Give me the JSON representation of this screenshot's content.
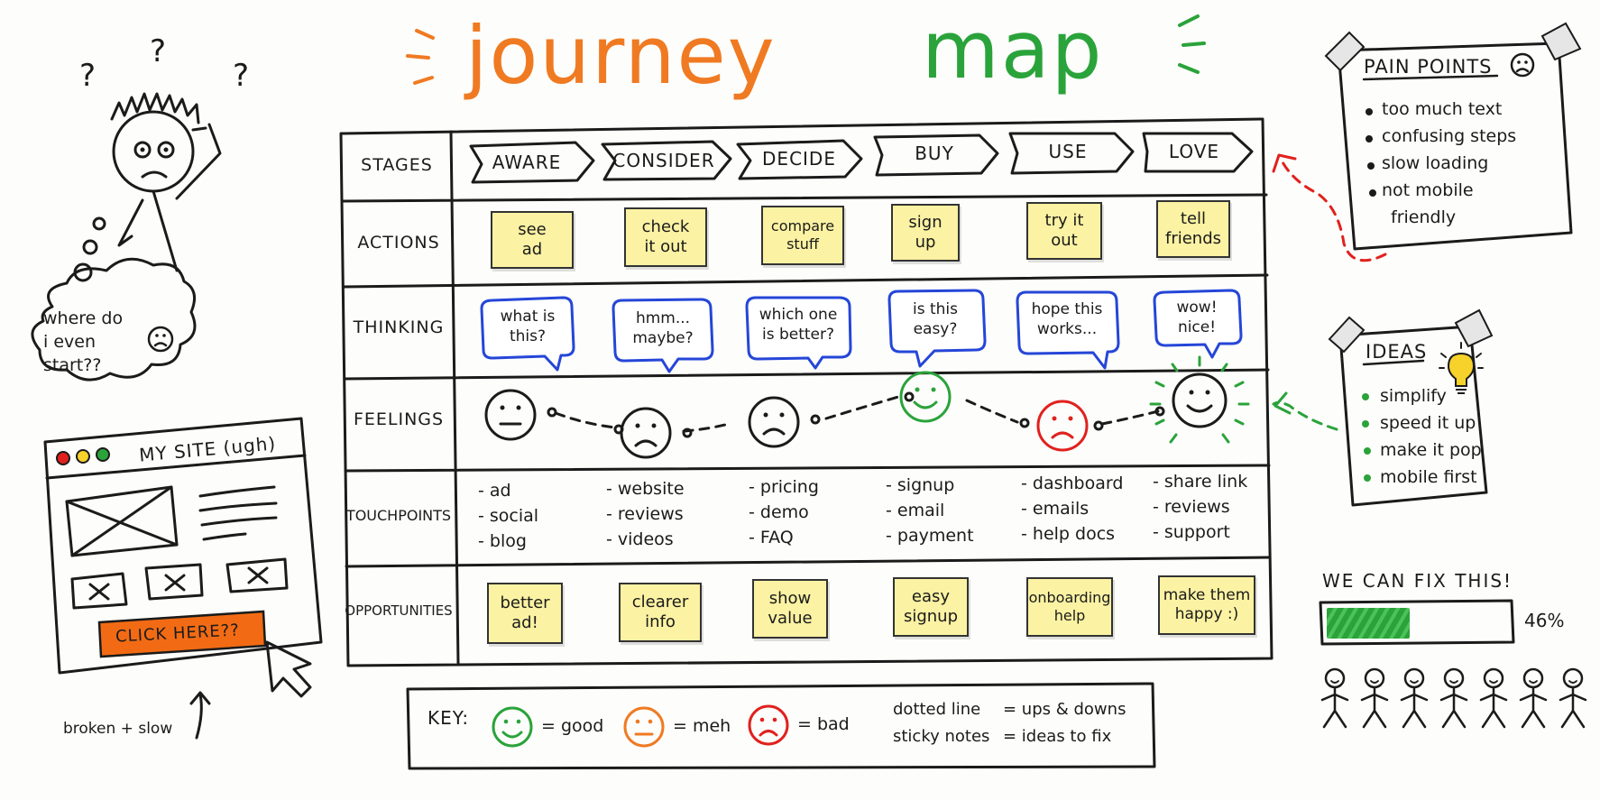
{
  "title": {
    "word1": "journey",
    "word2": "map"
  },
  "colors": {
    "orange": "#f07a22",
    "green": "#2aa33a",
    "blue": "#2546d8",
    "red": "#e0211e",
    "sticky": "#fbf2a3",
    "yellow": "#f6d22a",
    "button": "#f26b14"
  },
  "row_labels": {
    "stages": "STAGES",
    "actions": "ACTIONS",
    "thinking": "THINKING",
    "feelings": "FEELINGS",
    "touchpoints": "TOUCHPOINTS",
    "opportunities": "OPPORTUNITIES"
  },
  "stages": [
    "AWARE",
    "CONSIDER",
    "DECIDE",
    "BUY",
    "USE",
    "LOVE"
  ],
  "actions": [
    "see\nad",
    "check\nit out",
    "compare\nstuff",
    "sign\nup",
    "try it\nout",
    "tell\nfriends"
  ],
  "thinking": [
    "what is\nthis?",
    "hmm...\nmaybe?",
    "which one\nis better?",
    "is this\neasy?",
    "hope this\nworks...",
    "wow!\nnice!"
  ],
  "feelings": [
    "neutral",
    "sad",
    "sad",
    "happy",
    "bad",
    "happy"
  ],
  "touchpoints": [
    [
      "- ad",
      "- social",
      "- blog"
    ],
    [
      "- website",
      "- reviews",
      "- videos"
    ],
    [
      "- pricing",
      "- demo",
      "- FAQ"
    ],
    [
      "- signup",
      "- email",
      "- payment"
    ],
    [
      "- dashboard",
      "- emails",
      "- help docs"
    ],
    [
      "- share link",
      "- reviews",
      "- support"
    ]
  ],
  "opportunities": [
    "better\nad!",
    "clearer\ninfo",
    "show\nvalue",
    "easy\nsignup",
    "onboarding\nhelp",
    "make them\nhappy :)"
  ],
  "thought_bubble": "where do\ni even\nstart??",
  "site": {
    "title": "MY SITE (ugh)",
    "button": "CLICK HERE??",
    "caption": "broken + slow"
  },
  "pain_points": {
    "title": "PAIN POINTS",
    "items": [
      "too much text",
      "confusing steps",
      "slow loading",
      "not mobile",
      "friendly"
    ]
  },
  "ideas": {
    "title": "IDEAS",
    "items": [
      "simplify",
      "speed it up",
      "make it pop",
      "mobile first"
    ]
  },
  "progress": {
    "label": "WE CAN FIX THIS!",
    "value_text": "46%",
    "fraction": 0.46,
    "people_count": 7
  },
  "key": {
    "label": "KEY:",
    "good": "= good",
    "meh": "= meh",
    "bad": "= bad",
    "line1_a": "dotted line",
    "line1_b": "= ups & downs",
    "line2_a": "sticky notes",
    "line2_b": "= ideas to fix"
  }
}
